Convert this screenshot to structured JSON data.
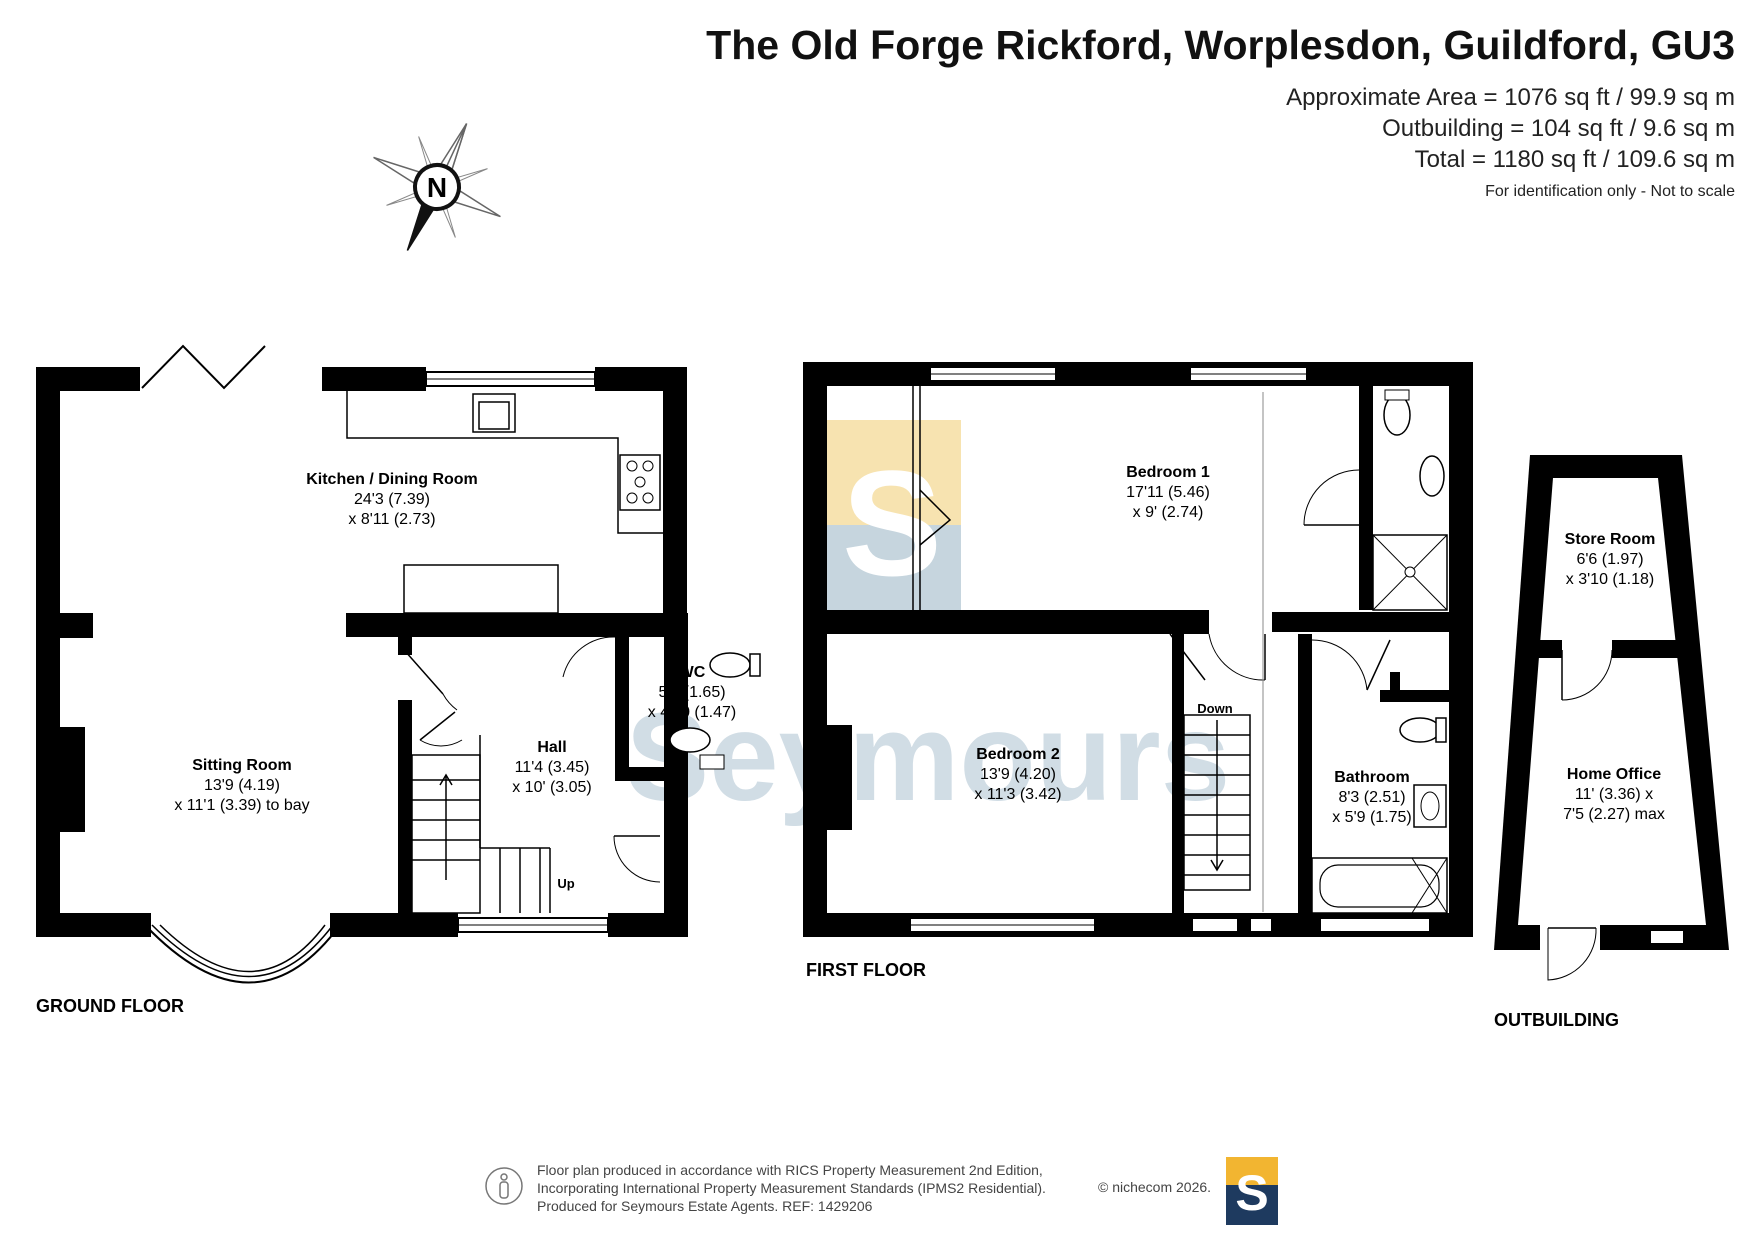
{
  "header": {
    "title": "The Old Forge Rickford, Worplesdon, Guildford, GU3",
    "area_approx": "Approximate Area = 1076 sq ft / 99.9 sq m",
    "area_outbuilding": "Outbuilding = 104 sq ft / 9.6 sq m",
    "area_total": "Total = 1180 sq ft / 109.6 sq m",
    "disclaimer": "For identification only - Not to scale"
  },
  "compass": {
    "label": "N",
    "icon": "north-arrow-icon"
  },
  "watermark": {
    "text": "Seymours",
    "logo_letter": "S"
  },
  "floors": {
    "ground": {
      "label": "GROUND FLOOR",
      "rooms": {
        "kitchen": {
          "name": "Kitchen / Dining Room",
          "dim1": "24'3 (7.39)",
          "dim2": "x 8'11 (2.73)"
        },
        "sitting": {
          "name": "Sitting Room",
          "dim1": "13'9 (4.19)",
          "dim2": "x 11'1 (3.39) to bay"
        },
        "hall": {
          "name": "Hall",
          "dim1": "11'4 (3.45)",
          "dim2": "x 10' (3.05)"
        },
        "wc": {
          "name": "WC",
          "dim1": "5'5 (1.65)",
          "dim2": "x 4'10 (1.47)"
        }
      },
      "stairs_label": "Up"
    },
    "first": {
      "label": "FIRST FLOOR",
      "rooms": {
        "bedroom1": {
          "name": "Bedroom 1",
          "dim1": "17'11 (5.46)",
          "dim2": "x 9' (2.74)"
        },
        "bedroom2": {
          "name": "Bedroom 2",
          "dim1": "13'9 (4.20)",
          "dim2": "x 11'3 (3.42)"
        },
        "bathroom": {
          "name": "Bathroom",
          "dim1": "8'3 (2.51)",
          "dim2": "x 5'9 (1.75)"
        }
      },
      "stairs_label": "Down"
    },
    "outbuilding": {
      "label": "OUTBUILDING",
      "rooms": {
        "store": {
          "name": "Store Room",
          "dim1": "6'6 (1.97)",
          "dim2": "x 3'10 (1.18)"
        },
        "office": {
          "name": "Home Office",
          "dim1": "11' (3.36) x",
          "dim2": "7'5 (2.27) max"
        }
      }
    }
  },
  "footer": {
    "line1": "Floor plan produced in accordance with RICS Property Measurement 2nd Edition,",
    "line2": "Incorporating International Property Measurement Standards (IPMS2 Residential).",
    "line3": "Produced for Seymours Estate Agents.   REF: 1429206",
    "copyright": "© nichecom 2026.",
    "logo_letter": "S"
  },
  "colors": {
    "wall": "#000000",
    "watermark_blue": "#c6d5de",
    "watermark_yellow": "#f7e3b0",
    "logo_navy": "#1e3a5f",
    "logo_gold": "#f2b531"
  }
}
